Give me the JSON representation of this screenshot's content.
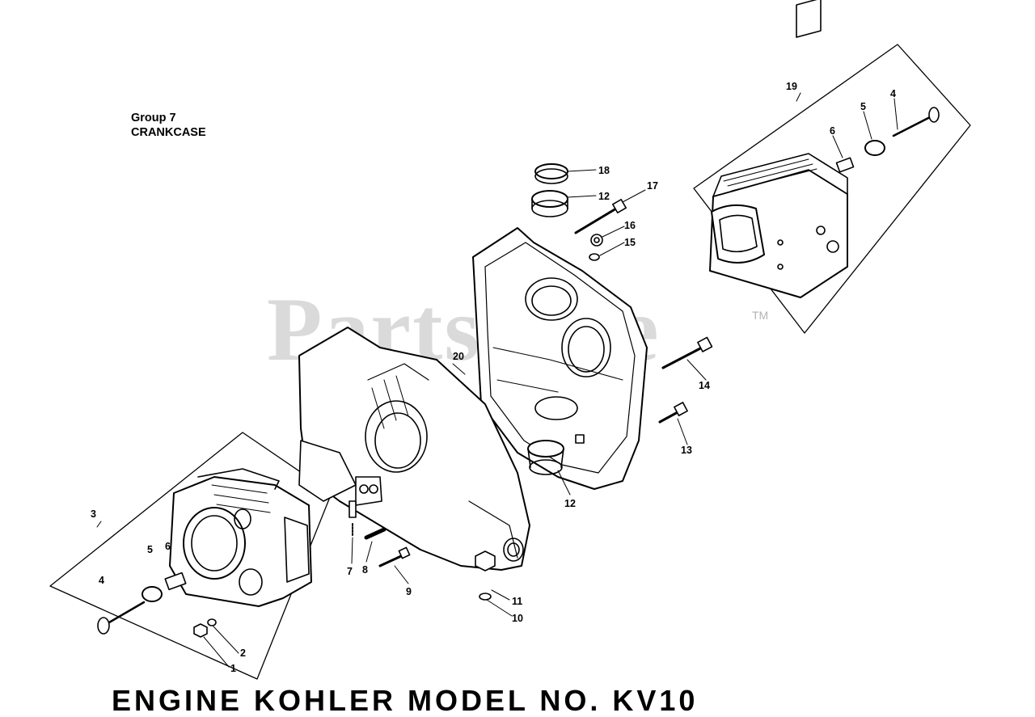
{
  "group": {
    "label": "Group 7",
    "name": "CRANKCASE"
  },
  "watermark": "PartsTree",
  "trademark": "TM",
  "bottom_title": "ENGINE KOHLER MODEL NO. KV10",
  "callouts": {
    "c1": "1",
    "c2": "2",
    "c3": "3",
    "c4a": "4",
    "c4b": "4",
    "c5a": "5",
    "c5b": "5",
    "c6a": "6",
    "c6b": "6",
    "c7": "7",
    "c8": "8",
    "c9": "9",
    "c10": "10",
    "c11": "11",
    "c12a": "12",
    "c12b": "12",
    "c13": "13",
    "c14": "14",
    "c15": "15",
    "c16": "16",
    "c17": "17",
    "c18": "18",
    "c19": "19",
    "c20": "20"
  }
}
